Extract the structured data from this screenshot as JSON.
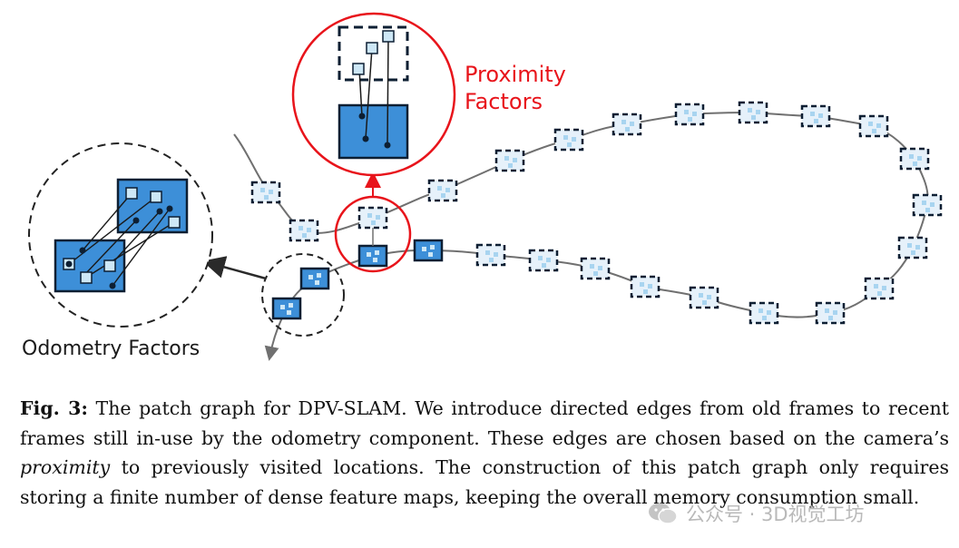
{
  "figure": {
    "labels": {
      "proximity_line1": "Proximity",
      "proximity_line2": "Factors",
      "odometry": "Odometry Factors"
    },
    "colors": {
      "patch_fill": "#3d8fd8",
      "patch_stroke": "#0d1f33",
      "old_patch_fill": "#e6f1fa",
      "feature_light": "#cde7f6",
      "proximity_red": "#e8141b",
      "trajectory_gray": "#707070",
      "arrow_dark": "#2a2a2a"
    }
  },
  "caption": {
    "label": "Fig. 3:",
    "text_before": " The patch graph for DPV-SLAM. We introduce directed edges from old frames to recent frames still in-use by the odometry component. These edges are chosen based on the camera’s ",
    "emphasis": "proximity",
    "text_after": " to previously visited locations. The construction of this patch graph only requires storing a finite number of dense feature maps, keeping the overall memory consumption small."
  },
  "watermark": {
    "text": "公众号 · 3D视觉工坊"
  }
}
